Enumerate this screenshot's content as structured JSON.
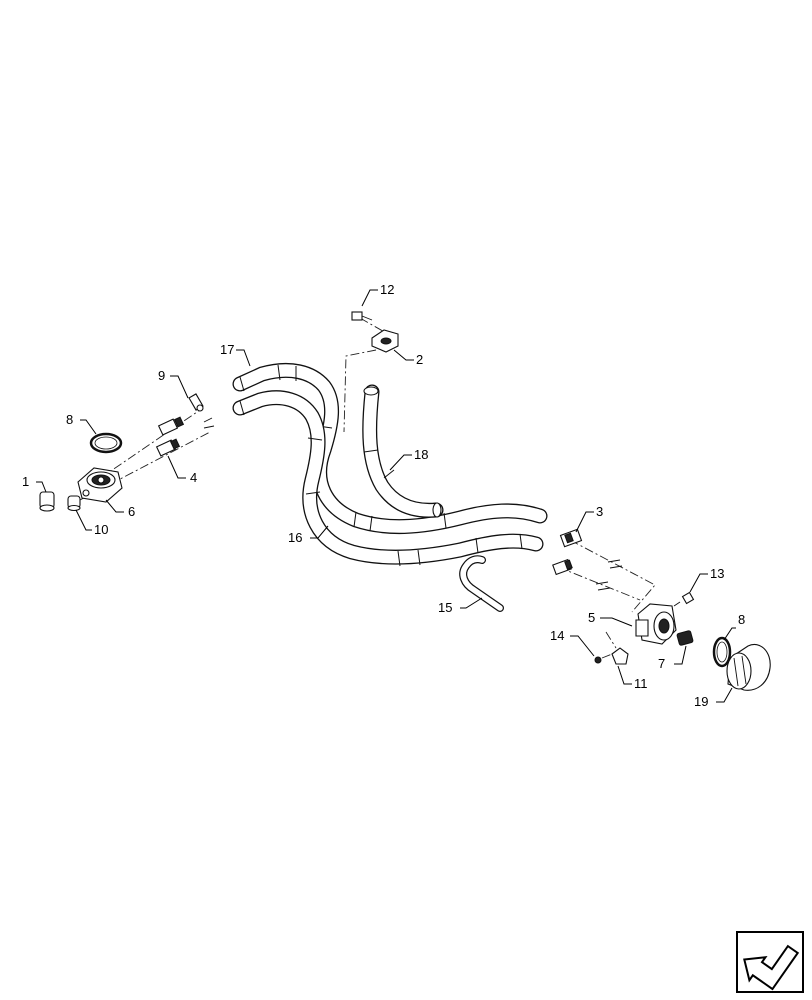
{
  "callouts": [
    {
      "id": "1",
      "label": "1"
    },
    {
      "id": "2",
      "label": "2"
    },
    {
      "id": "3",
      "label": "3"
    },
    {
      "id": "4",
      "label": "4"
    },
    {
      "id": "5",
      "label": "5"
    },
    {
      "id": "6",
      "label": "6"
    },
    {
      "id": "7",
      "label": "7"
    },
    {
      "id": "8a",
      "label": "8"
    },
    {
      "id": "8b",
      "label": "8"
    },
    {
      "id": "9",
      "label": "9"
    },
    {
      "id": "10",
      "label": "10"
    },
    {
      "id": "11",
      "label": "11"
    },
    {
      "id": "12",
      "label": "12"
    },
    {
      "id": "13",
      "label": "13"
    },
    {
      "id": "14",
      "label": "14"
    },
    {
      "id": "15",
      "label": "15"
    },
    {
      "id": "16",
      "label": "16"
    },
    {
      "id": "17",
      "label": "17"
    },
    {
      "id": "18",
      "label": "18"
    },
    {
      "id": "19",
      "label": "19"
    }
  ],
  "icons": {
    "corner": "navigation-arrow-icon"
  },
  "colors": {
    "line": "#111111",
    "background": "#ffffff"
  }
}
